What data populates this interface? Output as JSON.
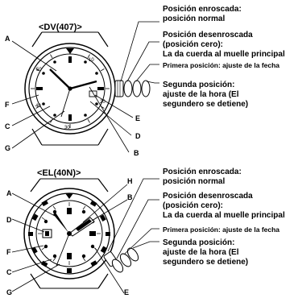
{
  "top": {
    "title": "<DV(407)>",
    "labels": [
      "A",
      "F",
      "C",
      "G",
      "E",
      "D",
      "B"
    ],
    "bezel_numbers": [
      "10",
      "20",
      "30",
      "40",
      "50"
    ],
    "positions": [
      [
        "Posición enroscada:",
        "posición normal"
      ],
      [
        "Posición desenroscada",
        "(posición cero):",
        "La da cuerda al muelle principal"
      ],
      [
        "Primera posición: ajuste de la fecha"
      ],
      [
        "Segunda posición:",
        "ajuste de la hora (El",
        "segundero se detiene)"
      ]
    ]
  },
  "bottom": {
    "title": "<EL(40N)>",
    "labels": [
      "A",
      "D",
      "F",
      "C",
      "G",
      "H",
      "B",
      "E"
    ],
    "positions": [
      [
        "Posición enroscada:",
        "posición normal"
      ],
      [
        "Posición desenroscada",
        "(posición cero):",
        "La da cuerda al muelle principal"
      ],
      [
        "Primera posición: ajuste de la fecha"
      ],
      [
        "Segunda posición:",
        "ajuste de la hora (El",
        "segundero se detiene)"
      ]
    ]
  }
}
